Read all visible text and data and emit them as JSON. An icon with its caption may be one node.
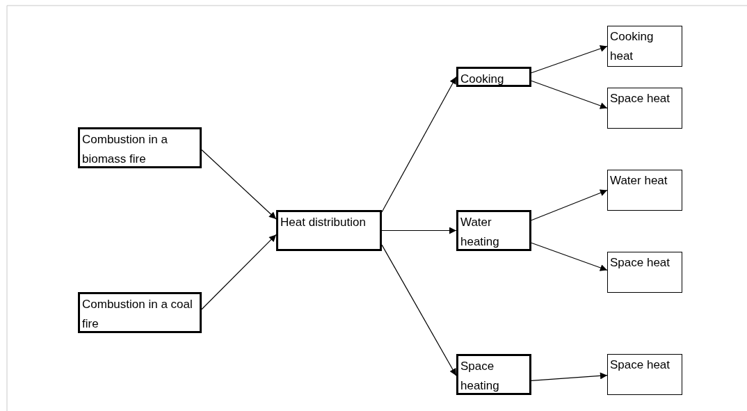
{
  "diagram": {
    "nodes": [
      {
        "text": [
          "Combustion in a biomass fire"
        ]
      },
      {
        "text": [
          "Combustion in a coal fire"
        ]
      },
      {
        "text": [
          "Heat distribution"
        ]
      },
      {
        "text": [
          "Cooking"
        ]
      },
      {
        "text": [
          "Water heating"
        ]
      },
      {
        "text": [
          "Space heating"
        ]
      },
      {
        "text": [
          "Cooking heat"
        ]
      },
      {
        "text": [
          "Space heat"
        ]
      },
      {
        "text": [
          "Water heat"
        ]
      },
      {
        "text": [
          "Space heat"
        ]
      },
      {
        "text": [
          "Space heat"
        ]
      }
    ],
    "edges": [
      {
        "from": 0,
        "to": 2,
        "arrow": "to"
      },
      {
        "from": 1,
        "to": 2,
        "arrow": "to"
      },
      {
        "from": 2,
        "to": 3,
        "arrow": "to"
      },
      {
        "from": 2,
        "to": 4,
        "arrow": "to"
      },
      {
        "from": 2,
        "to": 5,
        "arrow": "to"
      },
      {
        "from": 3,
        "to": 6,
        "arrow": "to"
      },
      {
        "from": 3,
        "to": 7,
        "arrow": "to"
      },
      {
        "from": 4,
        "to": 8,
        "arrow": "to"
      },
      {
        "from": 4,
        "to": 9,
        "arrow": "to"
      },
      {
        "from": 5,
        "to": 10,
        "arrow": "to"
      }
    ]
  }
}
